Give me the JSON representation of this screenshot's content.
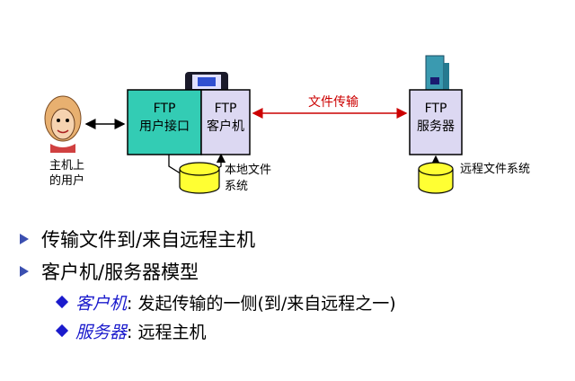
{
  "diagram": {
    "user_label_line1": "主机上",
    "user_label_line2": "的用户",
    "ui_box_line1": "FTP",
    "ui_box_line2": "用户接口",
    "client_box_line1": "FTP",
    "client_box_line2": "客户机",
    "transfer_label": "文件传输",
    "server_box_line1": "FTP",
    "server_box_line2": "服务器",
    "local_fs_line1": "本地文件",
    "local_fs_line2": "系统",
    "remote_fs_label": "远程文件系统",
    "colors": {
      "box_fill": "#33ccb4",
      "client_fill": "#dcd8f2",
      "disk_fill": "#ffff33",
      "transfer_arrow": "#cc0000"
    }
  },
  "bullets": [
    {
      "text": "传输文件到/来自远程主机"
    },
    {
      "text": "客户机/服务器模型"
    }
  ],
  "sub_bullets": [
    {
      "term": "客户机",
      "desc": ": 发起传输的一侧(到/来自远程之一)"
    },
    {
      "term": "服务器",
      "desc": ": 远程主机"
    }
  ]
}
